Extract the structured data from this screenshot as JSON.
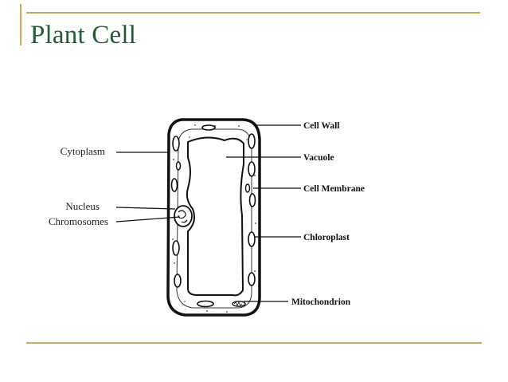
{
  "title": "Plant Cell",
  "labels_left": [
    "Cytoplasm",
    "Nucleus",
    "Chromosomes"
  ],
  "labels_right": [
    "Cell Wall",
    "Vacuole",
    "Cell Membrane",
    "Chloroplast",
    "Mitochondrion"
  ],
  "colors": {
    "title": "#1f5d35",
    "rule": "#c8a85a",
    "ink": "#111111"
  }
}
